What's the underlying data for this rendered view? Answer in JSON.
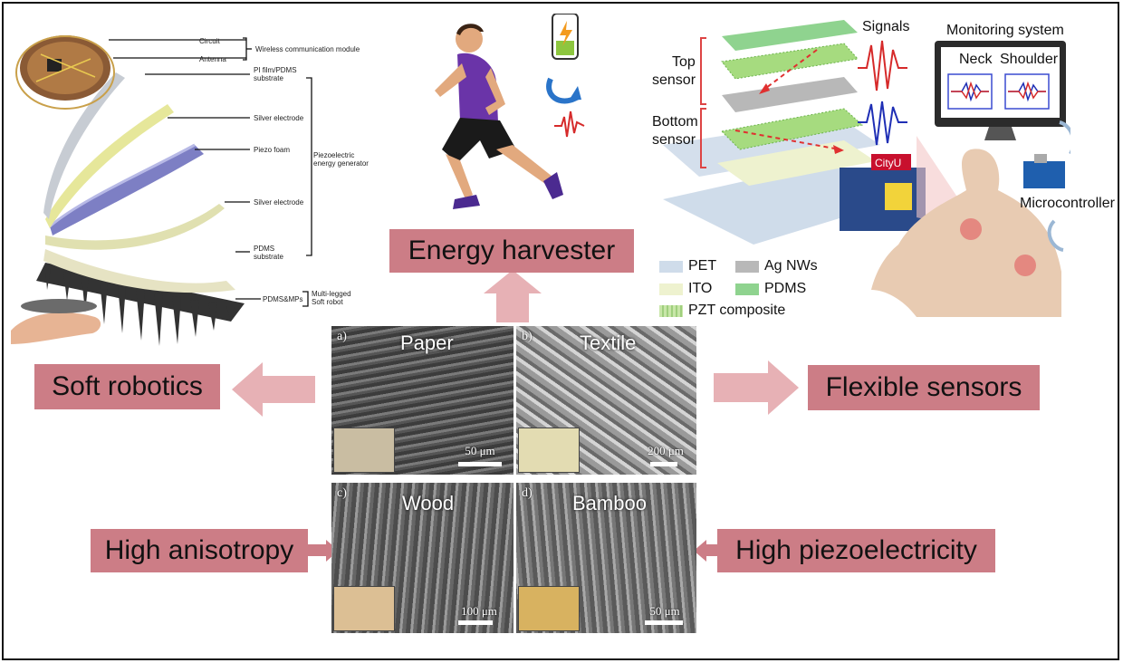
{
  "center_tiles": [
    {
      "letter": "a)",
      "title": "Paper",
      "scale": "50 μm",
      "color": "#5a5a5a",
      "inset": "#c9bda2"
    },
    {
      "letter": "b)",
      "title": "Textile",
      "scale": "200 μm",
      "color": "#8a8a8a",
      "inset": "#e3dcb2"
    },
    {
      "letter": "c)",
      "title": "Wood",
      "scale": "100 μm",
      "color": "#6e6e6e",
      "inset": "#dcbf94"
    },
    {
      "letter": "d)",
      "title": "Bamboo",
      "scale": "50 μm",
      "color": "#757575",
      "inset": "#d8b260"
    }
  ],
  "boxes": {
    "energy": "Energy harvester",
    "soft": "Soft robotics",
    "flexible": "Flexible sensors",
    "anisotropy": "High anisotropy",
    "piezo": "High piezoelectricity"
  },
  "robot_labels": {
    "circuit": "Circuit",
    "antenna": "Antenna",
    "wireless": "Wireless communication module",
    "pi_film": "PI film/PDMS",
    "pi_film2": "substrate",
    "silver1": "Silver electrode",
    "piezo_foam": "Piezo foam",
    "peg1": "Piezoelectric",
    "peg2": "energy generator",
    "silver2": "Silver electrode",
    "pdms1": "PDMS",
    "pdms2": "substrate",
    "pdms_mps": "PDMS&MPs",
    "mlsr1": "Multi-legged",
    "mlsr2": "Soft robot"
  },
  "sensor_labels": {
    "signals": "Signals",
    "top1": "Top",
    "top2": "sensor",
    "bottom1": "Bottom",
    "bottom2": "sensor",
    "monitoring": "Monitoring system",
    "neck": "Neck",
    "shoulder": "Shoulder",
    "micro": "Microcontroller",
    "cityu": "CityU"
  },
  "legend": [
    {
      "name": "PET",
      "color": "#cfdcea"
    },
    {
      "name": "Ag NWs",
      "color": "#b8b8b8"
    },
    {
      "name": "ITO",
      "color": "#eef2cf"
    },
    {
      "name": "PDMS",
      "color": "#8fd38f"
    },
    {
      "name": "PZT composite",
      "color": "#c8e6a8"
    }
  ],
  "colors": {
    "accent_box": "#cc7d86",
    "arrow": "#e7b1b5"
  }
}
